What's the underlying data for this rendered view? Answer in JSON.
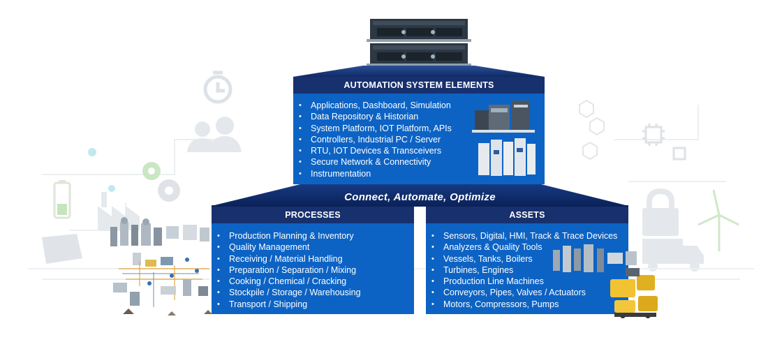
{
  "top_panel": {
    "title": "AUTOMATION SYSTEM ELEMENTS",
    "items": [
      "Applications, Dashboard, Simulation",
      "Data Repository & Historian",
      "System Platform, IOT Platform, APIs",
      "Controllers, Industrial PC / Server",
      "RTU, IOT Devices & Transceivers",
      "Secure Network & Connectivity",
      "Instrumentation"
    ]
  },
  "tagline": "Connect, Automate, Optimize",
  "processes_panel": {
    "title": "PROCESSES",
    "items": [
      "Production Planning & Inventory",
      "Quality Management",
      "Receiving / Material Handling",
      "Preparation / Separation / Mixing",
      "Cooking / Chemical / Cracking",
      "Stockpile / Storage / Warehousing",
      "Transport / Shipping"
    ]
  },
  "assets_panel": {
    "title": "ASSETS",
    "items": [
      "Sensors, Digital, HMI, Track & Trace Devices",
      "Analyzers & Quality Tools",
      "Vessels, Tanks, Boilers",
      "Turbines, Engines",
      "Production Line Machines",
      "Conveyors, Pipes, Valves / Actuators",
      "Motors, Compressors, Pumps"
    ]
  },
  "colors": {
    "title_bar": "#17306e",
    "panel_body": "#0d63c4",
    "gradient_dark": "#0f2a66",
    "background_icons": "#e3e7eb"
  }
}
